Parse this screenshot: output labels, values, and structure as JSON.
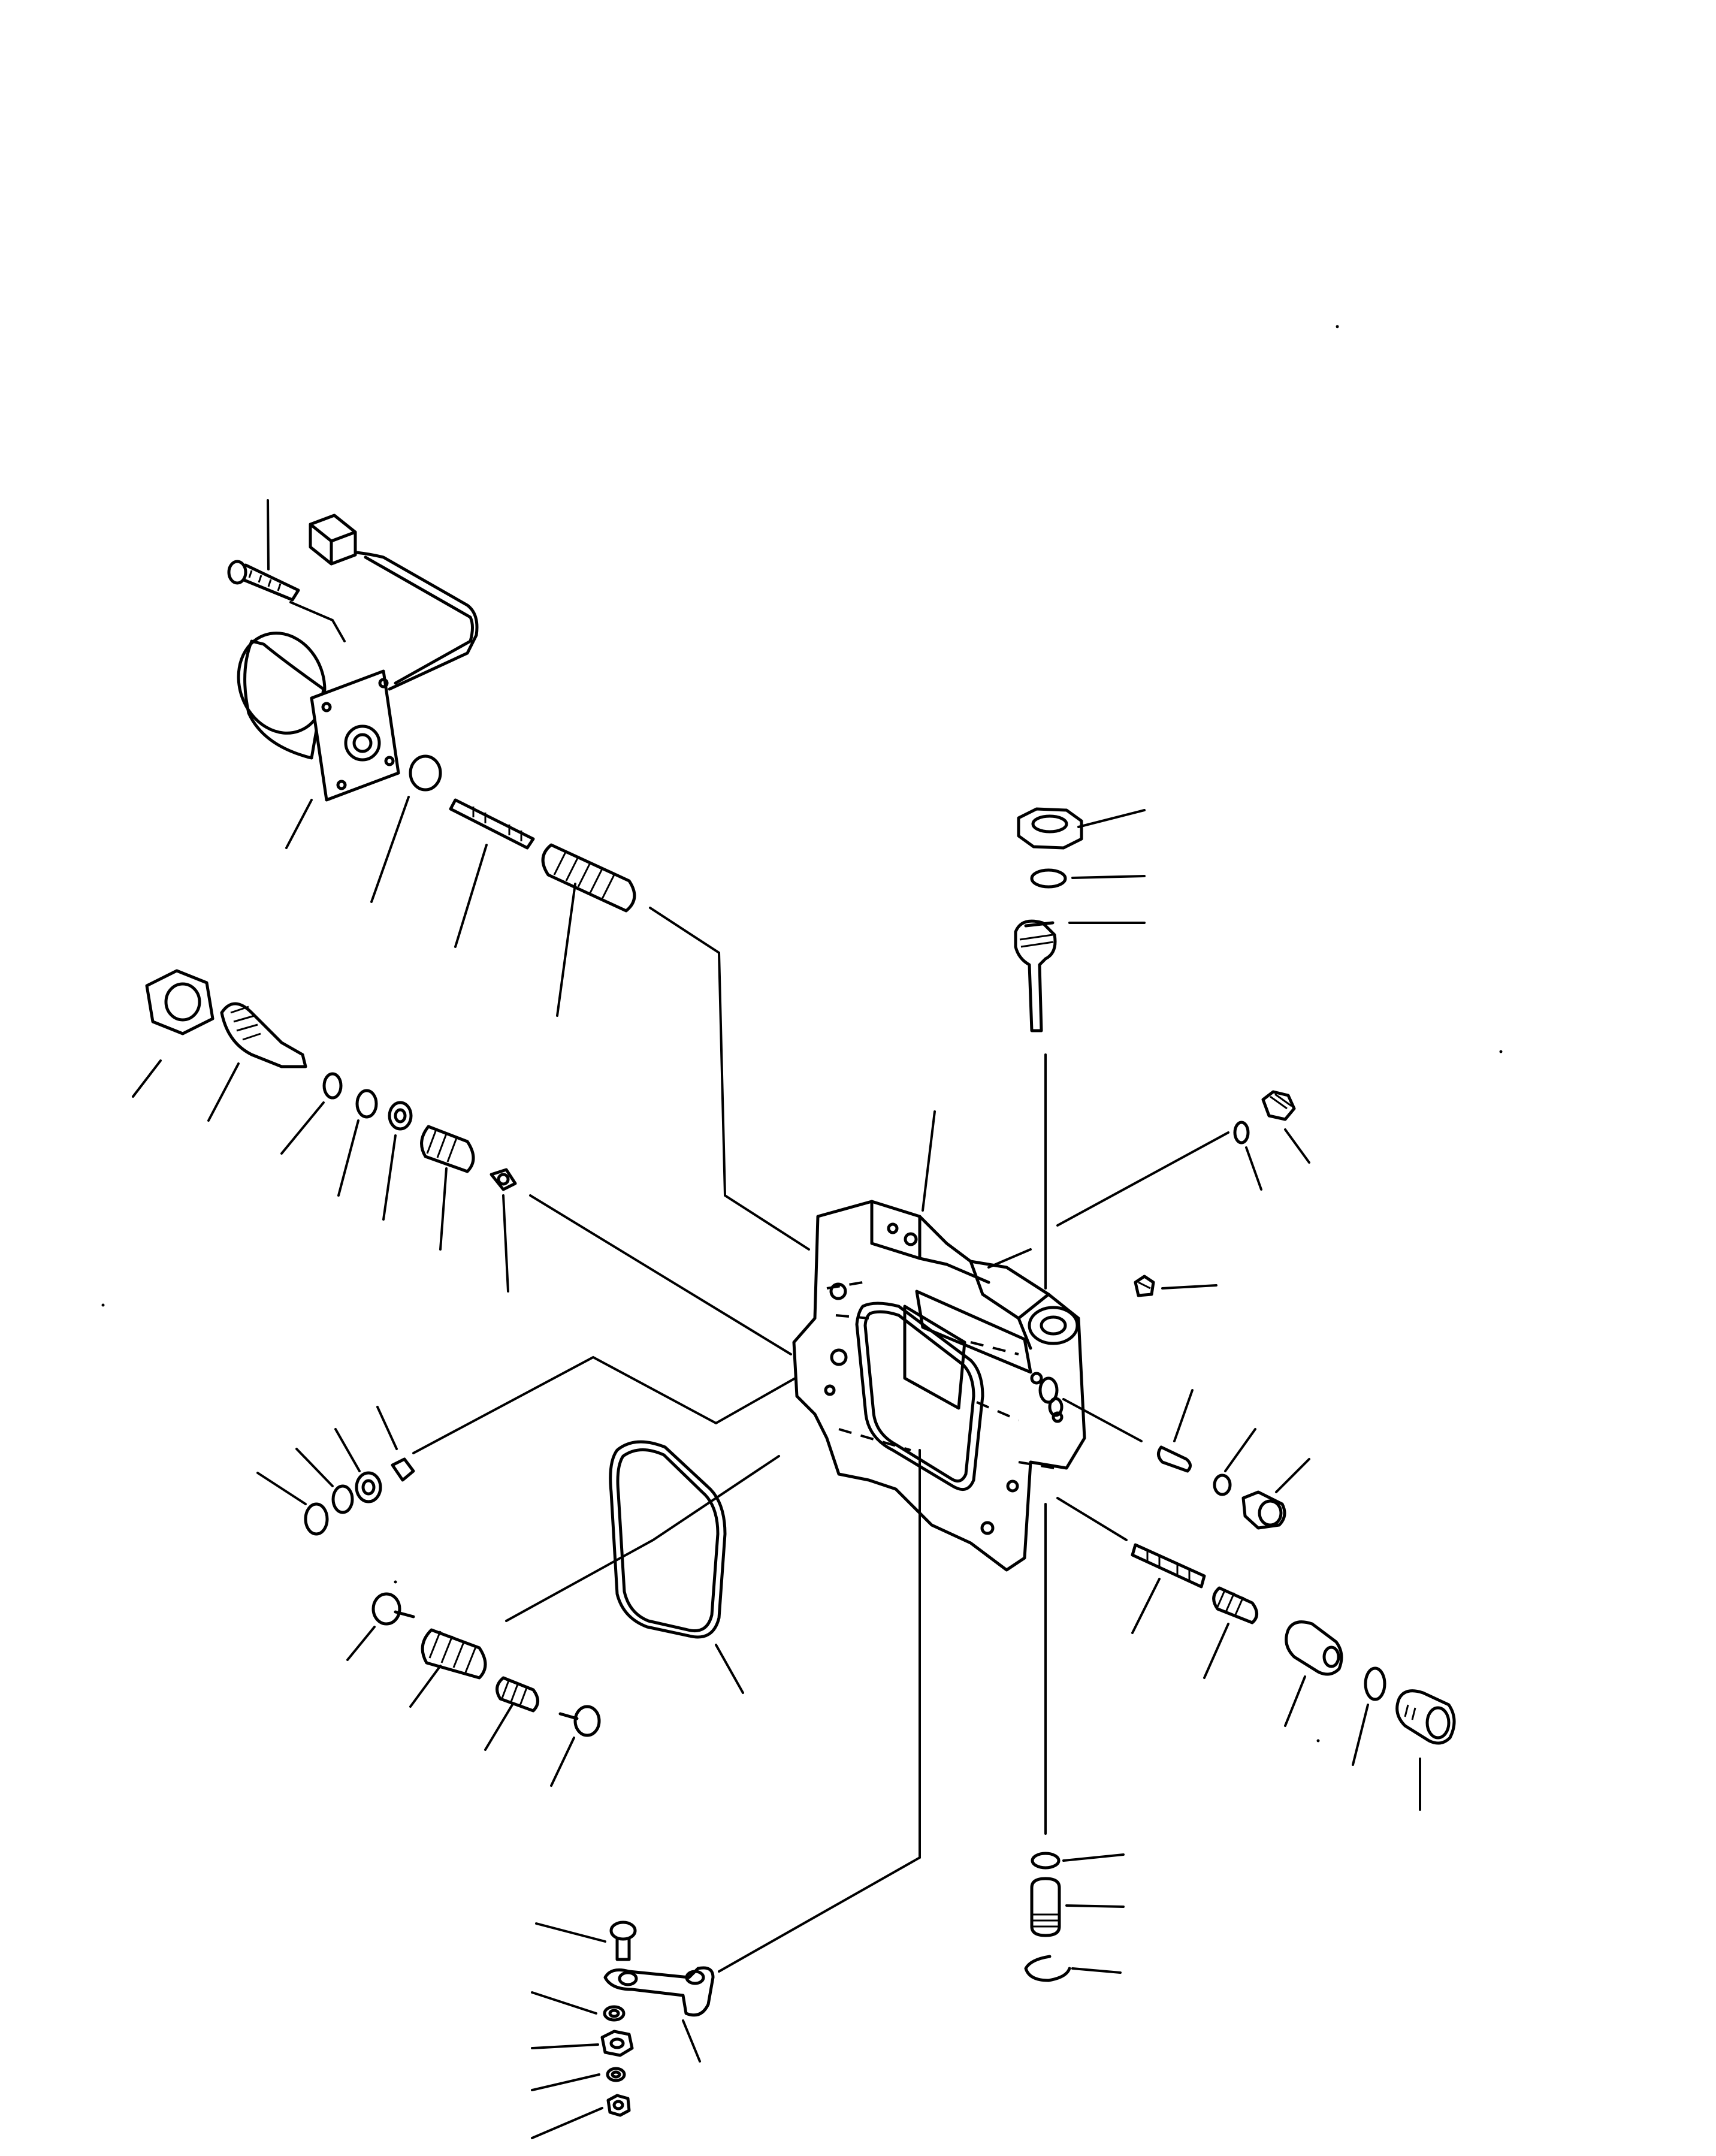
{
  "figure": {
    "kind": "exploded-parts-diagram",
    "callout_numbers_visible": false
  },
  "colors": {
    "ink": "#000000",
    "paper": "#ffffff"
  },
  "parts": [
    {
      "id": "solenoid-valve",
      "icon": "solenoid-icon"
    },
    {
      "id": "solenoid-bolt",
      "icon": "bolt-icon"
    },
    {
      "id": "solenoid-connector",
      "icon": "connector-icon"
    },
    {
      "id": "valve-body",
      "icon": "valve-body-icon"
    },
    {
      "id": "cover-gasket",
      "icon": "gasket-icon"
    },
    {
      "id": "lever",
      "icon": "lever-icon"
    }
  ]
}
